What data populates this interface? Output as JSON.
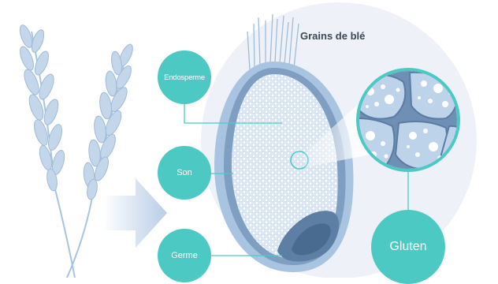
{
  "diagram": {
    "title": "Grains de blé",
    "labels": {
      "endosperm": "Endosperme",
      "bran": "Son",
      "germ": "Germe",
      "gluten": "Gluten"
    }
  },
  "colors": {
    "accent_teal": "#4dc9c3",
    "wheat_light": "#c3d6ea",
    "wheat_mid": "#9fbcd9",
    "grain_outer": "#a9c4e0",
    "grain_inner": "#5d7fa3",
    "endosperm_fill": "#dbe7f4",
    "background_circle": "#eef2f8",
    "title_text": "#3a4856"
  },
  "icons": [
    "wheat-stalk-icon",
    "arrow-right-icon",
    "magnifier-circle-icon"
  ]
}
